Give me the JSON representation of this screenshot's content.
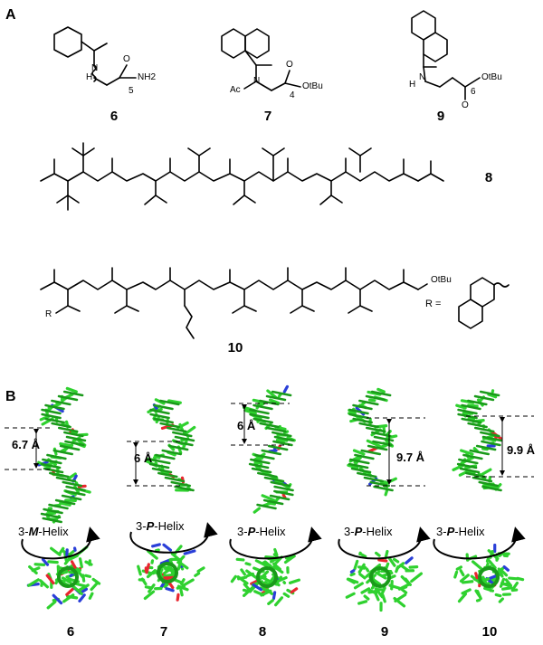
{
  "panels": {
    "a": "A",
    "b": "B"
  },
  "panel_a": {
    "compounds": [
      {
        "id": "6",
        "groups": [
          "H",
          "N",
          "O",
          "5",
          "NH2"
        ]
      },
      {
        "id": "7",
        "groups": [
          "Ac",
          "N",
          "O",
          "4",
          "OtBu"
        ]
      },
      {
        "id": "9",
        "groups": [
          "H",
          "N",
          "O",
          "6",
          "OtBu"
        ]
      },
      {
        "id": "8"
      },
      {
        "id": "10",
        "groups": [
          "OtBu",
          "R",
          "R ="
        ]
      }
    ]
  },
  "panel_b": {
    "columns": [
      {
        "id": "6",
        "helix_prefix": "3-",
        "helix_hand": "M",
        "helix_suffix": "-Helix",
        "measure": "6.7 Å"
      },
      {
        "id": "7",
        "helix_prefix": "3-",
        "helix_hand": "P",
        "helix_suffix": "-Helix",
        "measure": "6 Å"
      },
      {
        "id": "8",
        "helix_prefix": "3-",
        "helix_hand": "P",
        "helix_suffix": "-Helix",
        "measure": "6 Å"
      },
      {
        "id": "9",
        "helix_prefix": "3-",
        "helix_hand": "P",
        "helix_suffix": "-Helix",
        "measure": "9.7 Å"
      },
      {
        "id": "10",
        "helix_prefix": "3-",
        "helix_hand": "P",
        "helix_suffix": "-Helix",
        "measure": "9.9 Å"
      }
    ]
  },
  "colors": {
    "carbon": "#2fd12f",
    "carbon_dark": "#1a9a1a",
    "oxygen": "#e8262f",
    "nitrogen": "#2a3fd8"
  }
}
